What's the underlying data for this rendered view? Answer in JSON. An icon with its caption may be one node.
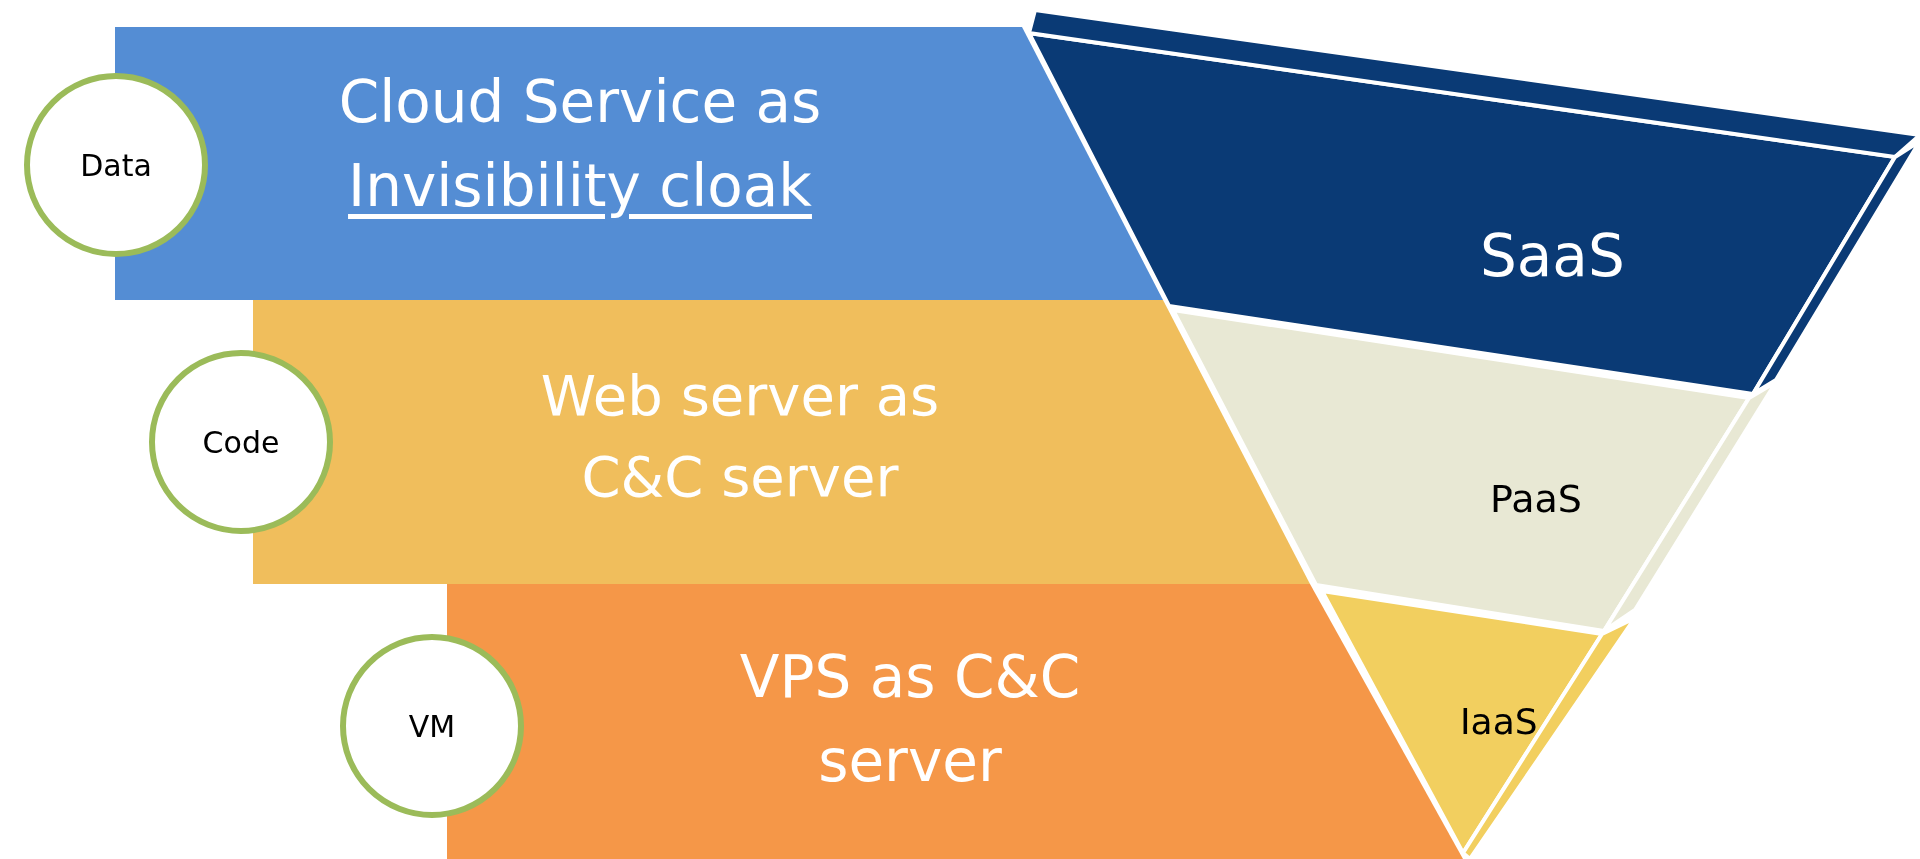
{
  "diagram": {
    "nodes": [
      {
        "text": [
          "Data"
        ]
      },
      {
        "text": [
          "Cloud Service as",
          "Invisibility cloak"
        ]
      },
      {
        "text": [
          "SaaS"
        ]
      },
      {
        "text": [
          "Code"
        ]
      },
      {
        "text": [
          "Web server as C&C server"
        ]
      },
      {
        "text": [
          "PaaS"
        ]
      },
      {
        "text": [
          "VM"
        ]
      },
      {
        "text": [
          "VPS as C&C server"
        ]
      },
      {
        "text": [
          "IaaS"
        ]
      }
    ]
  }
}
